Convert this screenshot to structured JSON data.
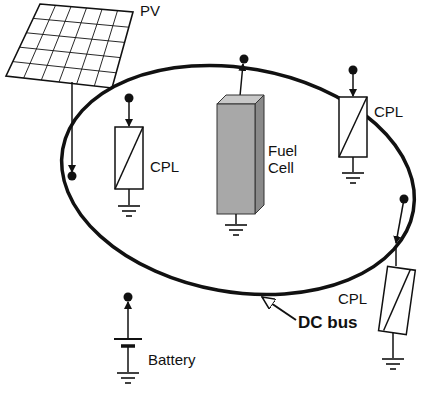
{
  "diagram": {
    "labels": [
      "PV",
      "CPL",
      "Fuel Cell",
      "CPL",
      "CPL",
      "Battery",
      "DC bus"
    ]
  }
}
